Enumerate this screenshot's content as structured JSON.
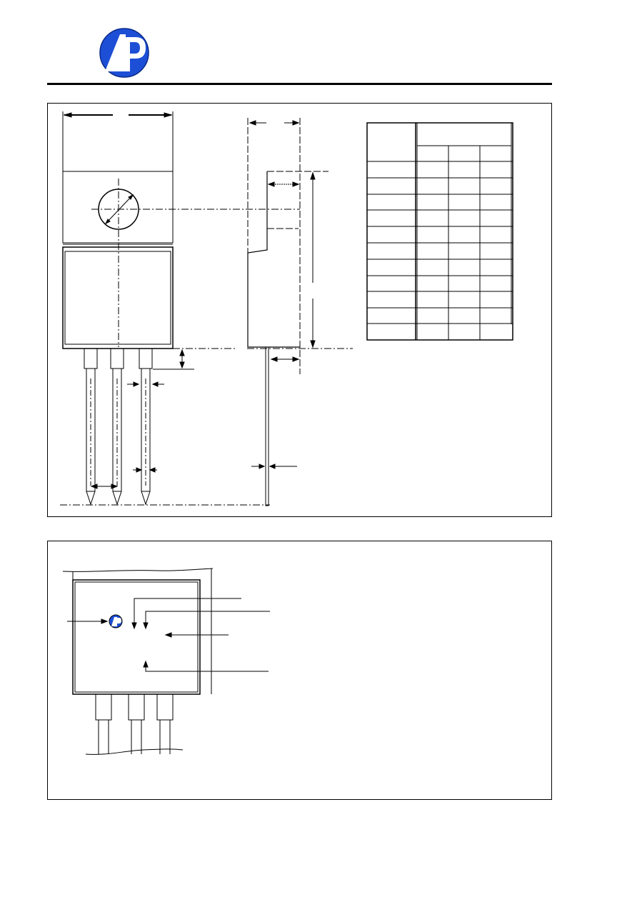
{
  "header": {
    "logo_name": "company-logo",
    "logo_color": "#1d4fd6",
    "rule_color": "#000000"
  },
  "package_outline": {
    "dimension_table": {
      "rows": 12,
      "cols": 4,
      "cells": []
    }
  },
  "marking_diagram": {
    "logo_color": "#1d4fd6"
  }
}
